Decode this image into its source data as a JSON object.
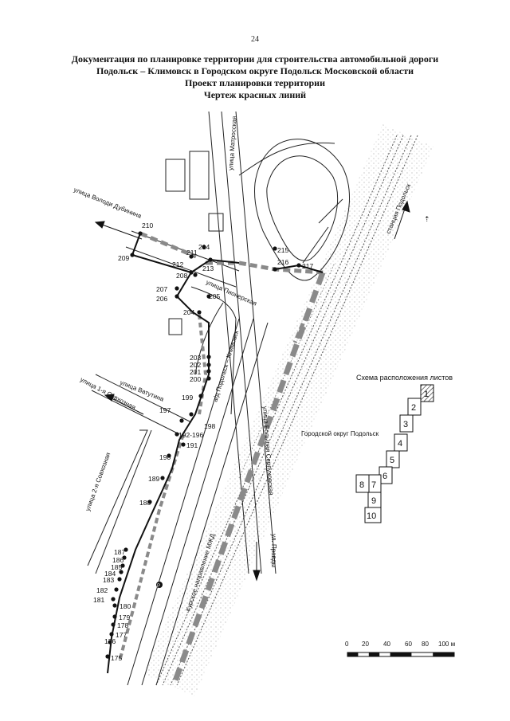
{
  "page": {
    "number": "24"
  },
  "header": {
    "line1": "Документация по планировке территории для строительства автомобильной дороги",
    "line2": "Подольск – Климовск в Городском округе Подольск Московской области",
    "line3": "Проект планировки территории",
    "line4": "Чертеж красных линий"
  },
  "streets": {
    "matrosskaya": "улица Матросская",
    "volodi_dubinina": "улица Володи Дубинина",
    "pionerskaya": "улица Пионерская",
    "vatutina": "улица Ватутина",
    "sovkhoznaya_1": "улица 1-я Совхозная",
    "sovkhoznaya_2": "улица 2-я Совхозная",
    "podolsk_klimovsk": "а/д Подольск – Климовск",
    "bolshaya_serpukhovskaya": "улица Большая Серпуховская",
    "kursk_mzhd": "Курское направление МЖД",
    "station_podolsk": "станция Подольск",
    "to_pravdy": "ул. Правды",
    "district": "Городской округ Подольск"
  },
  "points": [
    "210",
    "209",
    "211",
    "212",
    "213",
    "214",
    "208",
    "207",
    "206",
    "205",
    "204",
    "215",
    "216",
    "217",
    "203",
    "202",
    "201",
    "200",
    "199",
    "198",
    "197",
    "192-196",
    "191",
    "190",
    "189",
    "188",
    "187",
    "186",
    "185",
    "184",
    "183",
    "182",
    "181",
    "180",
    "179",
    "178",
    "177",
    "176",
    "175"
  ],
  "sheet_scheme": {
    "title": "Схема расположения листов",
    "sheets": [
      "1",
      "2",
      "3",
      "4",
      "5",
      "6",
      "7",
      "8",
      "9",
      "10"
    ],
    "active": "1"
  },
  "scale_bar": {
    "ticks": [
      "0",
      "20",
      "40",
      "60",
      "80",
      "100 м"
    ]
  },
  "colors": {
    "red_line": "#8a8a8a",
    "ink": "#111111",
    "hatch": "#cfcfcf"
  }
}
